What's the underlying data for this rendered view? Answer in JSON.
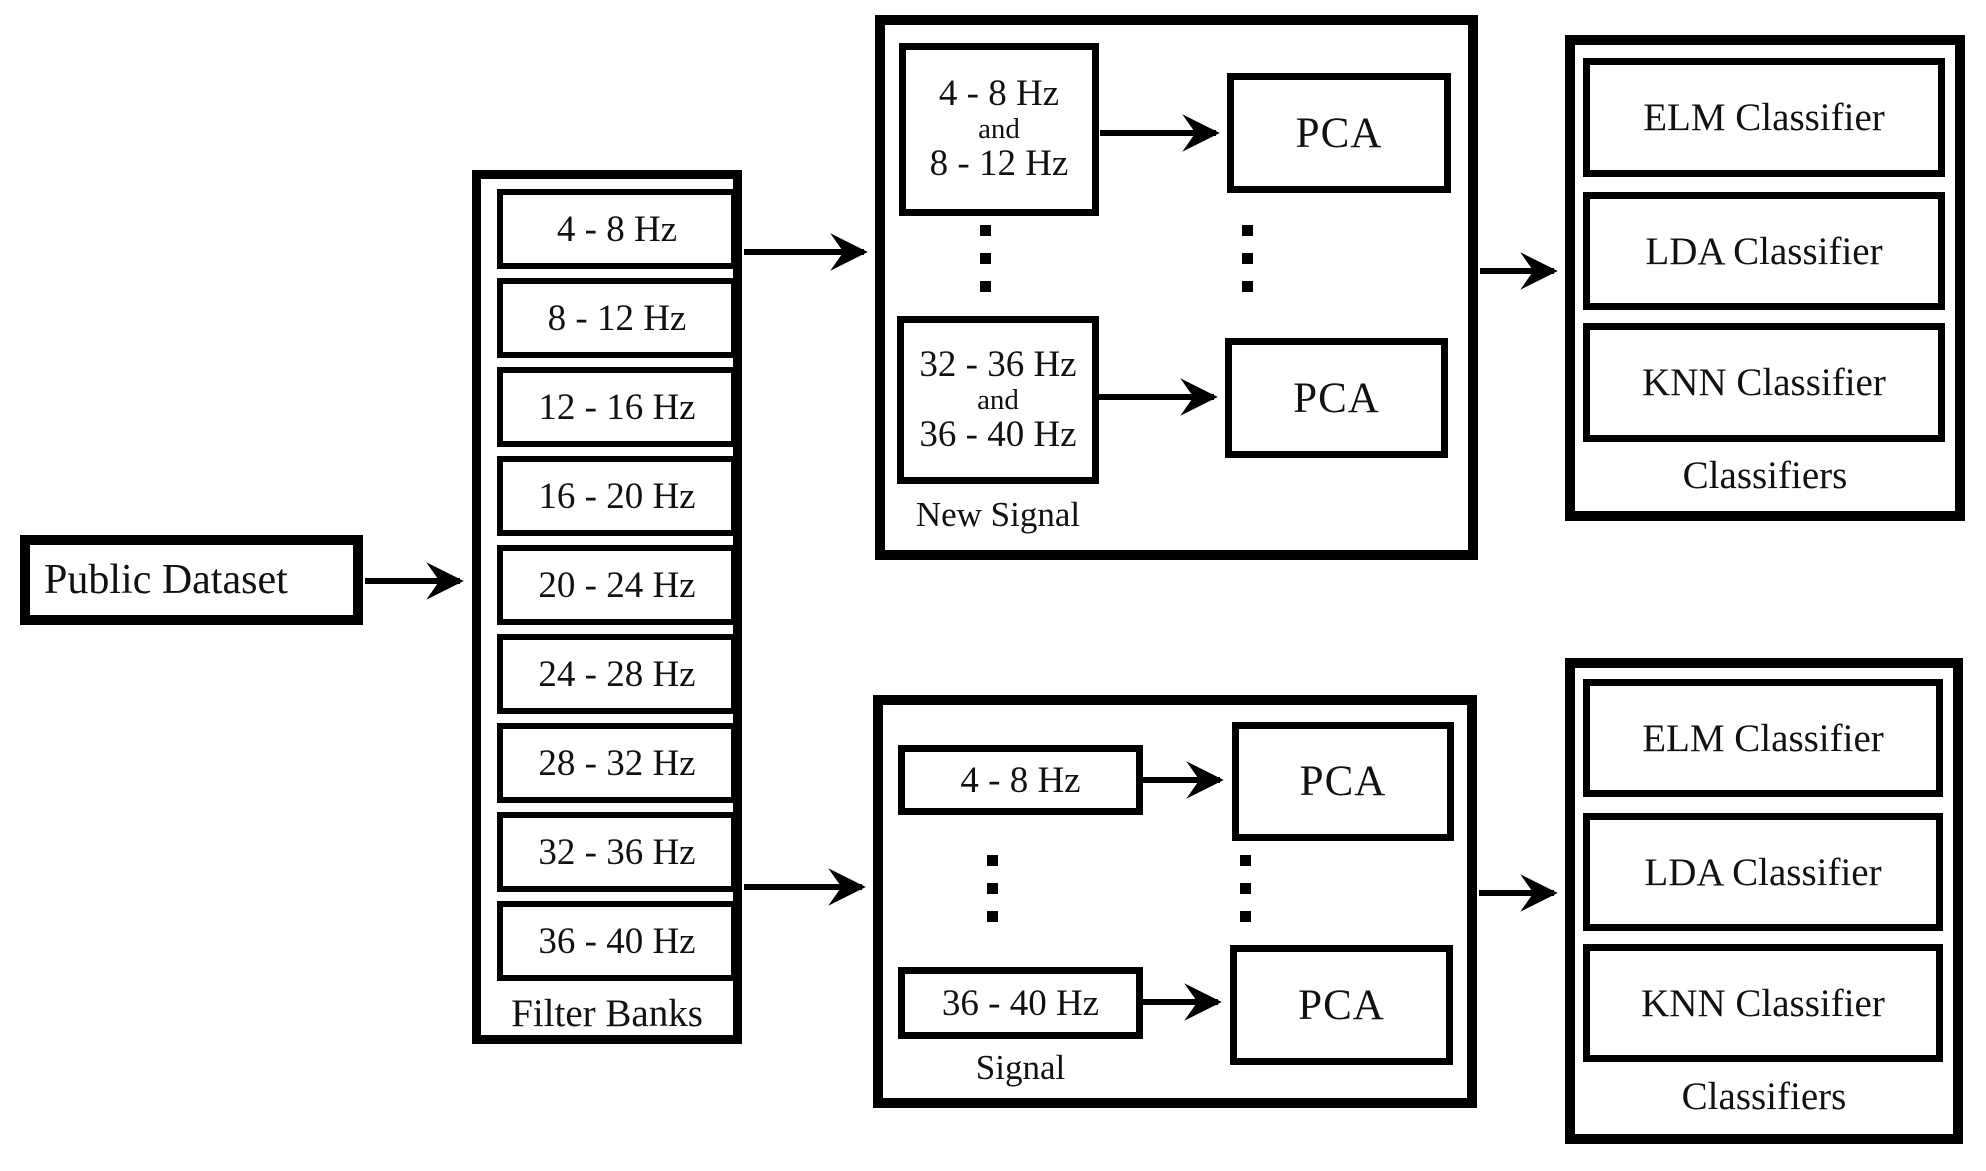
{
  "diagram": {
    "background_color": "#ffffff",
    "line_color": "#000000",
    "public_dataset": {
      "label": "Public Dataset"
    },
    "filter_banks": {
      "title": "Filter Banks",
      "bands": [
        "4 - 8 Hz",
        "8 - 12 Hz",
        "12 - 16 Hz",
        "16 - 20 Hz",
        "20 - 24 Hz",
        "24 - 28 Hz",
        "28 - 32 Hz",
        "32 - 36 Hz",
        "36 - 40 Hz"
      ]
    },
    "new_signal": {
      "title": "New Signal",
      "pair1": {
        "line1": "4 - 8 Hz",
        "conj": "and",
        "line2": "8 - 12 Hz"
      },
      "pair2": {
        "line1": "32 - 36 Hz",
        "conj": "and",
        "line2": "36 - 40 Hz"
      },
      "pca1": "PCA",
      "pca2": "PCA"
    },
    "signal": {
      "title": "Signal",
      "band1": "4 - 8 Hz",
      "band2": "36 - 40 Hz",
      "pca1": "PCA",
      "pca2": "PCA"
    },
    "classifiers_top": {
      "title": "Classifiers",
      "items": [
        "ELM Classifier",
        "LDA Classifier",
        "KNN Classifier"
      ]
    },
    "classifiers_bottom": {
      "title": "Classifiers",
      "items": [
        "ELM Classifier",
        "LDA Classifier",
        "KNN Classifier"
      ]
    }
  }
}
